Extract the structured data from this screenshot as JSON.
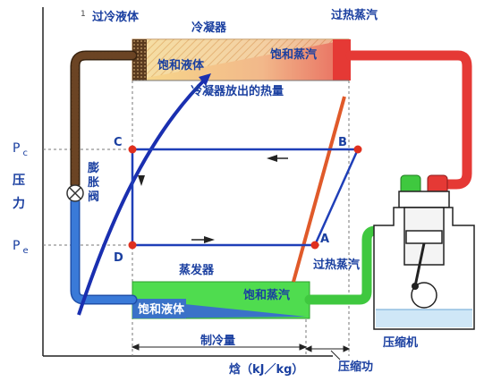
{
  "labels": {
    "subcooled_liquid_top": "过冷液体",
    "condenser": "冷凝器",
    "superheated_vapor_top": "过热蒸汽",
    "saturated_liquid_top": "饱和液体",
    "saturated_vapor_top": "饱和蒸汽",
    "condenser_heat": "冷凝器放出的热量",
    "pc_letter": "P",
    "pc_sub": "c",
    "pe_letter": "P",
    "pe_sub": "e",
    "pressure_1": "压",
    "pressure_2": "力",
    "expansion_valve": "膨胀阀",
    "evaporator": "蒸发器",
    "superheated_vapor_bottom": "过热蒸汽",
    "saturated_liquid_bottom": "饱和液体",
    "saturated_vapor_bottom": "饱和蒸汽",
    "refrigeration_effect": "制冷量",
    "compressor": "压缩机",
    "enthalpy_axis": "焓（kJ／kg）",
    "compression_work": "压缩功",
    "point_a": "A",
    "point_b": "B",
    "point_c": "C",
    "point_d": "D",
    "corner_mark": "1"
  },
  "colors": {
    "cycle_line": "#1f3fb8",
    "state_point": "#e0301e",
    "superheat_pipe": "#e53935",
    "liquid_pipe": "#5a3a1e",
    "evap_pipe": "#2f6fd0",
    "suction_pipe": "#3fc83f",
    "condenser_fill": "#f5d27a",
    "condenser_accent": "#e8705a",
    "evaporator_green": "#4fdc4f",
    "evaporator_blue": "#3a72c8",
    "label_blue": "#1a3fa0"
  },
  "icons": {
    "expansion_valve": "valve-icon",
    "compressor": "compressor-icon",
    "flow_arrow": "arrow-icon"
  }
}
